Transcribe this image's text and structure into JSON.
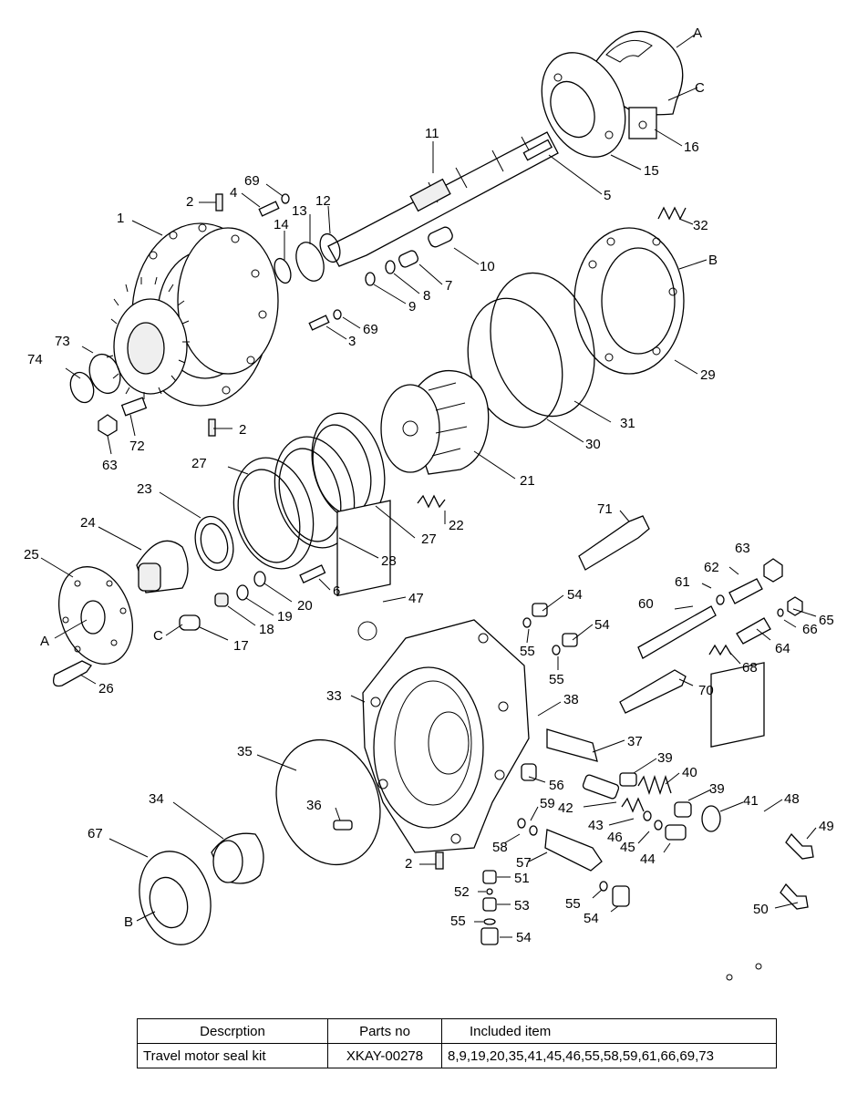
{
  "diagram": {
    "callouts": [
      "1",
      "2",
      "3",
      "4",
      "5",
      "6",
      "7",
      "8",
      "9",
      "10",
      "11",
      "12",
      "13",
      "14",
      "15",
      "16",
      "17",
      "18",
      "19",
      "20",
      "21",
      "22",
      "23",
      "24",
      "25",
      "26",
      "27",
      "28",
      "29",
      "30",
      "31",
      "32",
      "33",
      "34",
      "35",
      "36",
      "37",
      "38",
      "39",
      "40",
      "41",
      "42",
      "43",
      "44",
      "45",
      "46",
      "47",
      "48",
      "49",
      "50",
      "51",
      "52",
      "53",
      "54",
      "55",
      "56",
      "57",
      "58",
      "59",
      "60",
      "61",
      "62",
      "63",
      "64",
      "65",
      "66",
      "67",
      "68",
      "69",
      "70",
      "71",
      "72",
      "73",
      "74"
    ],
    "letters": [
      "A",
      "B",
      "C"
    ]
  },
  "parts_table": {
    "headers": [
      "Descrption",
      "Parts no",
      "Included item"
    ],
    "rows": [
      [
        "Travel motor seal kit",
        "XKAY-00278",
        "8,9,19,20,35,41,45,46,55,58,59,61,66,69,73"
      ]
    ]
  }
}
